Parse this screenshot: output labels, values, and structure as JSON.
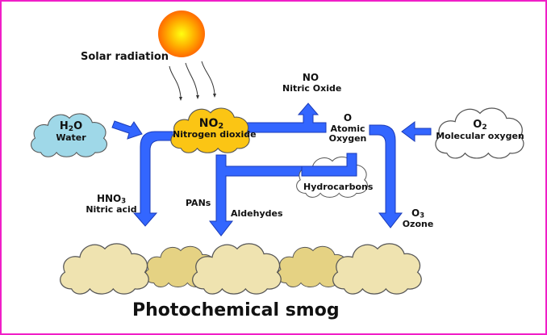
{
  "diagram": {
    "title": "Photochemical smog",
    "sun_label": "Solar radiation",
    "nodes": {
      "water": {
        "formula": "H",
        "formula_sub": "2",
        "formula_tail": "O",
        "name": "Water"
      },
      "no2": {
        "formula": "NO",
        "formula_sub": "2",
        "name": "Nitrogen dioxide"
      },
      "no": {
        "formula": "NO",
        "name": "Nitric Oxide"
      },
      "atomic_oxygen": {
        "formula": "O",
        "name_line1": "Atomic",
        "name_line2": "Oxygen"
      },
      "molecular_oxygen": {
        "formula": "O",
        "formula_sub": "2",
        "name": "Molecular oxygen"
      },
      "hydrocarbons": {
        "name": "Hydrocarbons"
      },
      "hno3": {
        "formula": "HNO",
        "formula_sub": "3",
        "name": "Nitric acid"
      },
      "pans": {
        "name": "PANs"
      },
      "aldehydes": {
        "name": "Aldehydes"
      },
      "ozone": {
        "formula": "O",
        "formula_sub": "3",
        "name": "Ozone"
      }
    },
    "colors": {
      "border": "#f01fc8",
      "arrow": "#3366ff",
      "water_cloud": "#9fd8e8",
      "no2_cloud": "#fbc514",
      "smog_light": "#efe3b0",
      "smog_dark": "#e5d283"
    }
  }
}
